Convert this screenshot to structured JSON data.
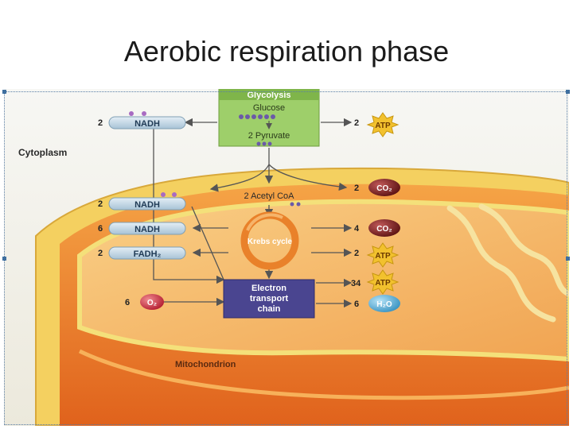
{
  "slide": {
    "title": "Aerobic respiration phase"
  },
  "diagram": {
    "region_cytoplasm": "Cytoplasm",
    "region_mitochondrion": "Mitochondrion",
    "glycolysis": {
      "header": "Glycolysis",
      "glucose": "Glucose",
      "pyruvate": "2 Pyruvate"
    },
    "acetyl_coa": "2 Acetyl CoA",
    "krebs": "Krebs cycle",
    "etc": {
      "line1": "Electron",
      "line2": "transport",
      "line3": "chain"
    },
    "inputs": [
      {
        "count": "2",
        "label": "NADH"
      },
      {
        "count": "2",
        "label": "NADH"
      },
      {
        "count": "6",
        "label": "NADH"
      },
      {
        "count": "2",
        "label": "FADH₂"
      },
      {
        "count": "6",
        "label": "O₂"
      }
    ],
    "outputs": [
      {
        "count": "2",
        "label": "ATP"
      },
      {
        "count": "2",
        "label": "CO₂"
      },
      {
        "count": "4",
        "label": "CO₂"
      },
      {
        "count": "2",
        "label": "ATP"
      },
      {
        "count": "34",
        "label": "ATP"
      },
      {
        "count": "6",
        "label": "H₂O"
      }
    ],
    "colors": {
      "glycolysis_box": "#9ecf6a",
      "etc_box": "#4a4590",
      "nadh_pill": "#c9dde9",
      "atp_star": "#f2c12e",
      "co2_ball": "#7a2222",
      "h2o_ball": "#5fb4dc",
      "o2_ball": "#d0394a",
      "krebs_ring": "#e9812a"
    }
  }
}
